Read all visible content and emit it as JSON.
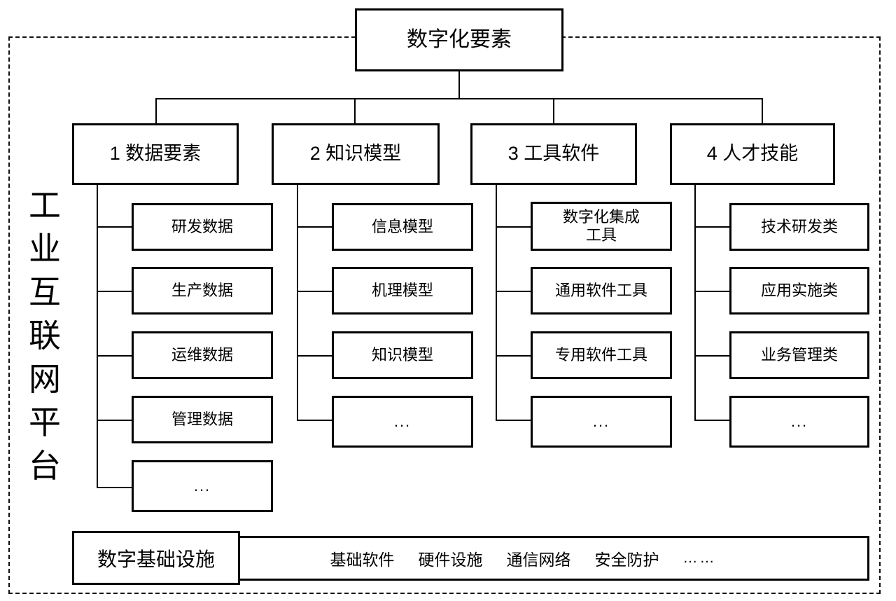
{
  "diagram": {
    "title": "数字化要素",
    "platform_label": "工业互联网平台",
    "platform_label_chars": [
      "工",
      "业",
      "互",
      "联",
      "网",
      "平",
      "台"
    ],
    "root": {
      "label": "数字化要素"
    },
    "branches": [
      {
        "id": "data-elements",
        "label": "1 数据要素",
        "children": [
          {
            "label": "研发数据"
          },
          {
            "label": "生产数据"
          },
          {
            "label": "运维数据"
          },
          {
            "label": "管理数据"
          },
          {
            "label": "..."
          }
        ]
      },
      {
        "id": "knowledge-models",
        "label": "2 知识模型",
        "children": [
          {
            "label": "信息模型"
          },
          {
            "label": "机理模型"
          },
          {
            "label": "知识模型"
          },
          {
            "label": "..."
          }
        ]
      },
      {
        "id": "tool-software",
        "label": "3 工具软件",
        "children": [
          {
            "label": "数字化集成",
            "label2": "工具"
          },
          {
            "label": "通用软件工具"
          },
          {
            "label": "专用软件工具"
          },
          {
            "label": "..."
          }
        ]
      },
      {
        "id": "talent-skills",
        "label": "4 人才技能",
        "children": [
          {
            "label": "技术研发类"
          },
          {
            "label": "应用实施类"
          },
          {
            "label": "业务管理类"
          },
          {
            "label": "..."
          }
        ]
      }
    ],
    "infrastructure": {
      "label": "数字基础设施",
      "items": [
        {
          "label": "基础软件"
        },
        {
          "label": "硬件设施"
        },
        {
          "label": "通信网络"
        },
        {
          "label": "安全防护"
        },
        {
          "label": "……"
        }
      ]
    },
    "colors": {
      "stroke": "#000000",
      "background": "#ffffff",
      "frame_stroke": "#111111"
    }
  }
}
